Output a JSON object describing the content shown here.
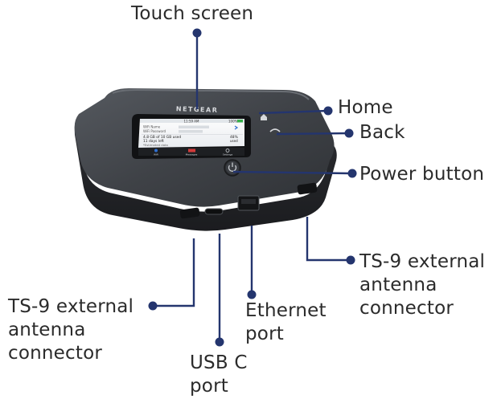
{
  "device": {
    "brand": "NETGEAR",
    "screen": {
      "status_time": "11:59 AM",
      "battery": "100%",
      "rows": [
        "WiFi Name",
        "WiFi Password",
        "4.8 GB of 10 GB used",
        "11 days left",
        "*Estimated data"
      ],
      "usage_percent": "48%",
      "usage_label": "used",
      "tabs": [
        "WiFi",
        "Messages",
        "Settings"
      ]
    }
  },
  "labels": {
    "touch_screen": "Touch screen",
    "home": "Home",
    "back": "Back",
    "power_button": "Power button",
    "ts9_right": [
      "TS-9 external",
      "antenna",
      "connector"
    ],
    "ts9_left": [
      "TS-9 external",
      "antenna",
      "connector"
    ],
    "ethernet": [
      "Ethernet",
      "port"
    ],
    "usb_c": [
      "USB C",
      "port"
    ]
  },
  "colors": {
    "callout_line": "#24356e",
    "label_text": "#2b2b2b",
    "device_body": "#3a3d42",
    "screen_accent": "#2f6fd0"
  }
}
